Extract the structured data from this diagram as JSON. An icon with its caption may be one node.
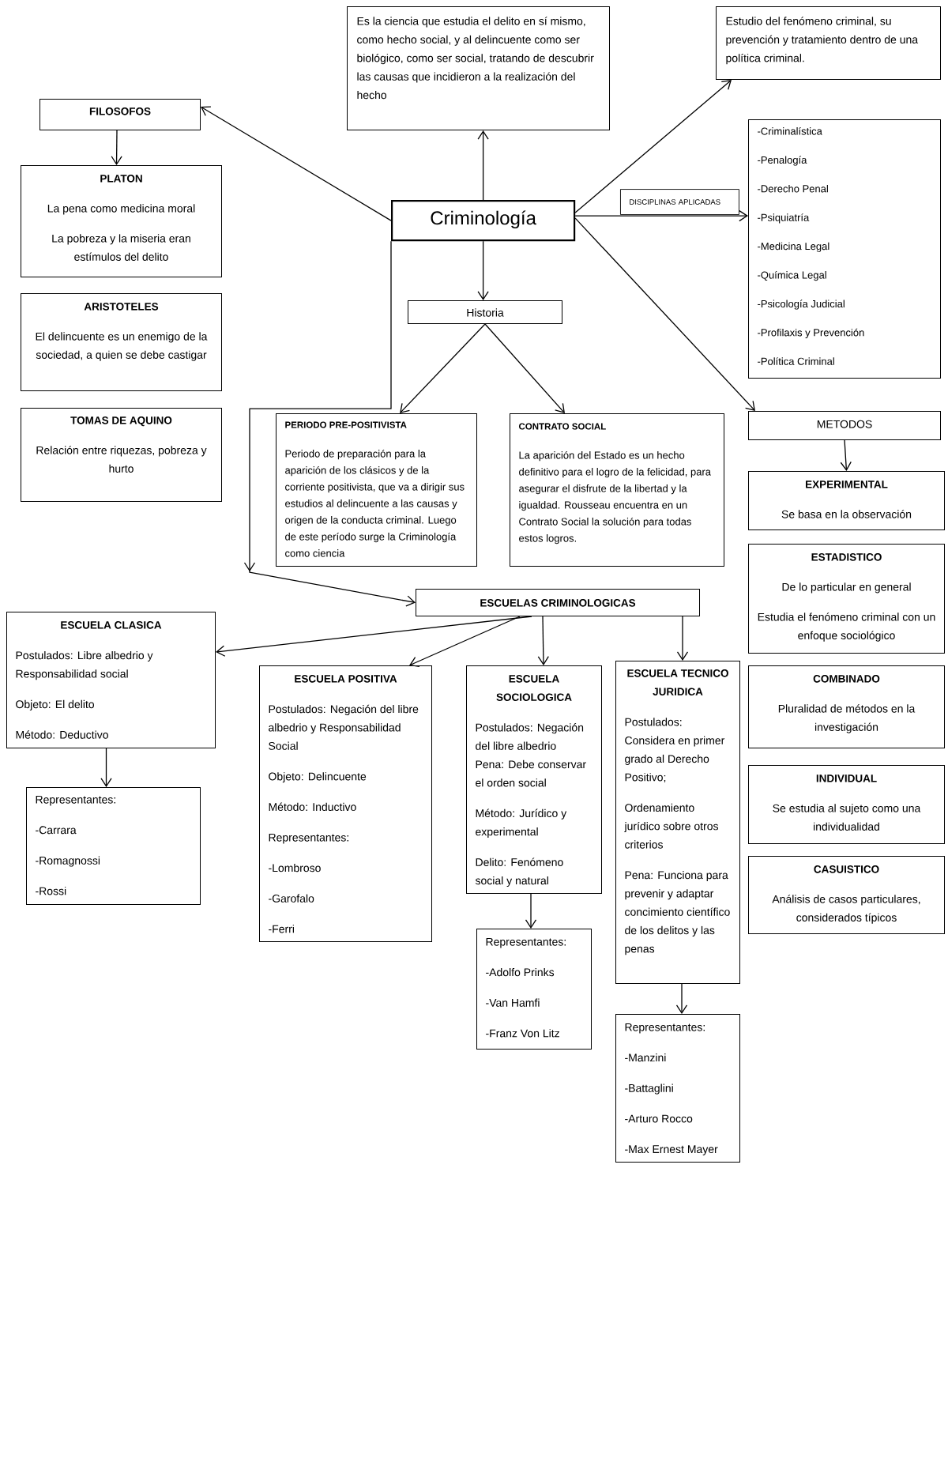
{
  "diagram": {
    "nodes": [
      {
        "text": [
          "Criminología"
        ]
      },
      {
        "text": [
          "Es la ciencia que estudia el delito en sí mismo, como hecho social, y al delincuente como ser biológico, como ser social, tratando de descubrir las causas que incidieron a la realización del hecho"
        ]
      },
      {
        "text": [
          "Estudio del fenómeno criminal, su prevención y tratamiento dentro de una política criminal."
        ]
      },
      {
        "text": [
          "FILOSOFOS"
        ]
      },
      {
        "text": [
          "PLATON",
          "La pena como medicina moral",
          "La pobreza y la miseria eran estímulos del delito"
        ]
      },
      {
        "text": [
          "ARISTOTELES",
          "El delincuente es un enemigo de la sociedad, a quien se debe castigar"
        ]
      },
      {
        "text": [
          "TOMAS DE AQUINO",
          "Relación entre riquezas, pobreza y hurto"
        ]
      },
      {
        "text": [
          "-Criminalística",
          "-Penalogía",
          "-Derecho Penal",
          "-Psiquiatría",
          "-Medicina Legal",
          "-Química Legal",
          "-Psicología Judicial",
          "-Profilaxis y Prevención",
          "-Política Criminal"
        ]
      },
      {
        "text": [
          "Historia"
        ]
      },
      {
        "text": [
          "PERIODO PRE-POSITIVISTA",
          "Periodo de preparación para la aparición de los clásicos y de la corriente positivista, que va a dirigir sus estudios al delincuente a las causas y origen de la conducta criminal. Luego de este período surge la Criminología como ciencia"
        ]
      },
      {
        "text": [
          "CONTRATO SOCIAL",
          "La aparición del Estado es un hecho definitivo para el logro de la felicidad, para asegurar el disfrute de la libertad y la igualdad. Rousseau encuentra en un Contrato Social la solución para todas estos logros."
        ]
      },
      {
        "text": [
          "METODOS"
        ]
      },
      {
        "text": [
          "EXPERIMENTAL",
          "Se basa en la observación"
        ]
      },
      {
        "text": [
          "ESTADISTICO",
          "De lo particular en general",
          "Estudia el fenómeno criminal con un enfoque sociológico"
        ]
      },
      {
        "text": [
          "COMBINADO",
          "Pluralidad de métodos en la investigación"
        ]
      },
      {
        "text": [
          "INDIVIDUAL",
          "Se estudia al sujeto como una individualidad"
        ]
      },
      {
        "text": [
          "CASUISTICO",
          "Análisis de casos particulares, considerados típicos"
        ]
      },
      {
        "text": [
          "ESCUELAS CRIMINOLOGICAS"
        ]
      },
      {
        "text": [
          "ESCUELA CLASICA",
          "Postulados: Libre albedrio y Responsabilidad social",
          "Objeto: El delito",
          "Método: Deductivo"
        ]
      },
      {
        "text": [
          "Representantes:",
          "-Carrara",
          "-Romagnossi",
          "-Rossi"
        ]
      },
      {
        "text": [
          "ESCUELA POSITIVA",
          "Postulados: Negación del libre albedrio y Responsabilidad Social",
          "Objeto: Delincuente",
          "Método: Inductivo",
          "Representantes:",
          "-Lombroso",
          "-Garofalo",
          "-Ferri"
        ]
      },
      {
        "text": [
          "ESCUELA SOCIOLOGICA",
          "Postulados: Negación del libre albedrio",
          "Pena: Debe conservar el orden social",
          "Método: Jurídico y experimental",
          "Delito: Fenómeno social y natural"
        ]
      },
      {
        "text": [
          "Representantes:",
          "-Adolfo Prinks",
          "-Van Hamfi",
          "-Franz Von Litz"
        ]
      },
      {
        "text": [
          "ESCUELA TECNICO JURIDICA",
          "Postulados: Considera en primer grado al Derecho Positivo;",
          "Ordenamiento jurídico sobre otros criterios",
          "Pena: Funciona para prevenir y adaptar concimiento científico de los delitos y las penas"
        ]
      },
      {
        "text": [
          "Representantes:",
          "-Manzini",
          "-Battaglini",
          "-Arturo Rocco",
          "-Max Ernest Mayer"
        ]
      }
    ],
    "edges": [
      {
        "from": 0,
        "to": 3,
        "arrow": "to"
      },
      {
        "from": 0,
        "to": 1,
        "arrow": "to"
      },
      {
        "from": 0,
        "to": 2,
        "arrow": "to"
      },
      {
        "from": 0,
        "to": 7,
        "arrow": "to",
        "label": "DISCIPLINAS APLICADAS"
      },
      {
        "from": 0,
        "to": 8,
        "arrow": "to"
      },
      {
        "from": 0,
        "to": 11,
        "arrow": "to"
      },
      {
        "from": 0,
        "to": 17,
        "arrow": "to"
      },
      {
        "from": 3,
        "to": 4,
        "arrow": "to"
      },
      {
        "from": 8,
        "to": 9,
        "arrow": "to"
      },
      {
        "from": 8,
        "to": 10,
        "arrow": "to"
      },
      {
        "from": 11,
        "to": 12,
        "arrow": "to"
      },
      {
        "from": 17,
        "to": 18,
        "arrow": "to"
      },
      {
        "from": 17,
        "to": 20,
        "arrow": "to"
      },
      {
        "from": 17,
        "to": 21,
        "arrow": "to"
      },
      {
        "from": 17,
        "to": 23,
        "arrow": "to"
      },
      {
        "from": 18,
        "to": 19,
        "arrow": "to"
      },
      {
        "from": 21,
        "to": 22,
        "arrow": "to"
      },
      {
        "from": 23,
        "to": 24,
        "arrow": "to"
      }
    ]
  }
}
